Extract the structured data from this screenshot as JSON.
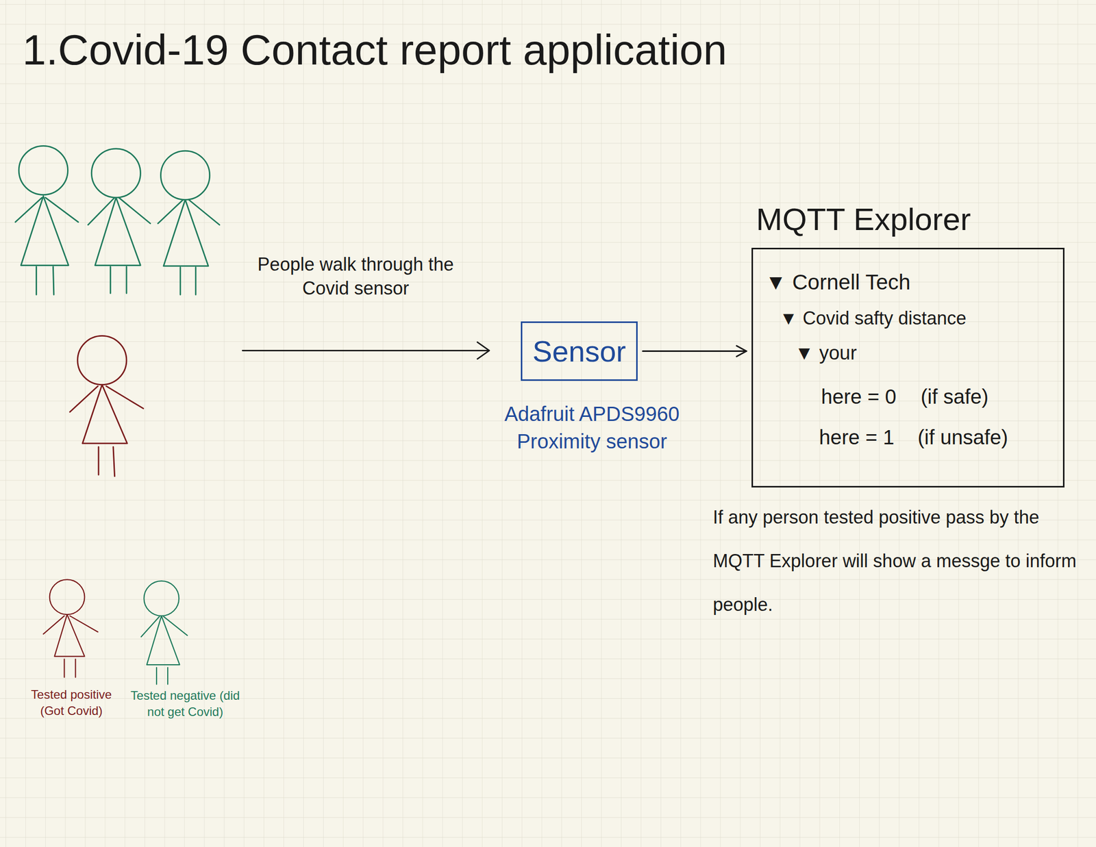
{
  "diagram": {
    "title": "1.Covid-19 Contact report application",
    "nodes": [
      {
        "text": [
          "Sensor"
        ]
      },
      {
        "text": [
          "MQTT Explorer",
          "▼ Cornell Tech",
          "▼ Covid safty distance",
          "▼ your",
          "here = 0",
          "(if safe)",
          "here = 1",
          "(if unsafe)"
        ]
      }
    ],
    "edges": [
      {
        "from": 0,
        "to": 1,
        "arrow": "to"
      }
    ],
    "labels": [
      "People walk through the Covid sensor",
      "Adafruit APDS9960 Proximity sensor",
      "If any person tested positive pass by the MQTT Explorer will show a messge to inform people."
    ],
    "legend": [
      {
        "text": "Tested positive (Got Covid)"
      },
      {
        "text": "Tested negative (did not get Covid)"
      }
    ]
  }
}
